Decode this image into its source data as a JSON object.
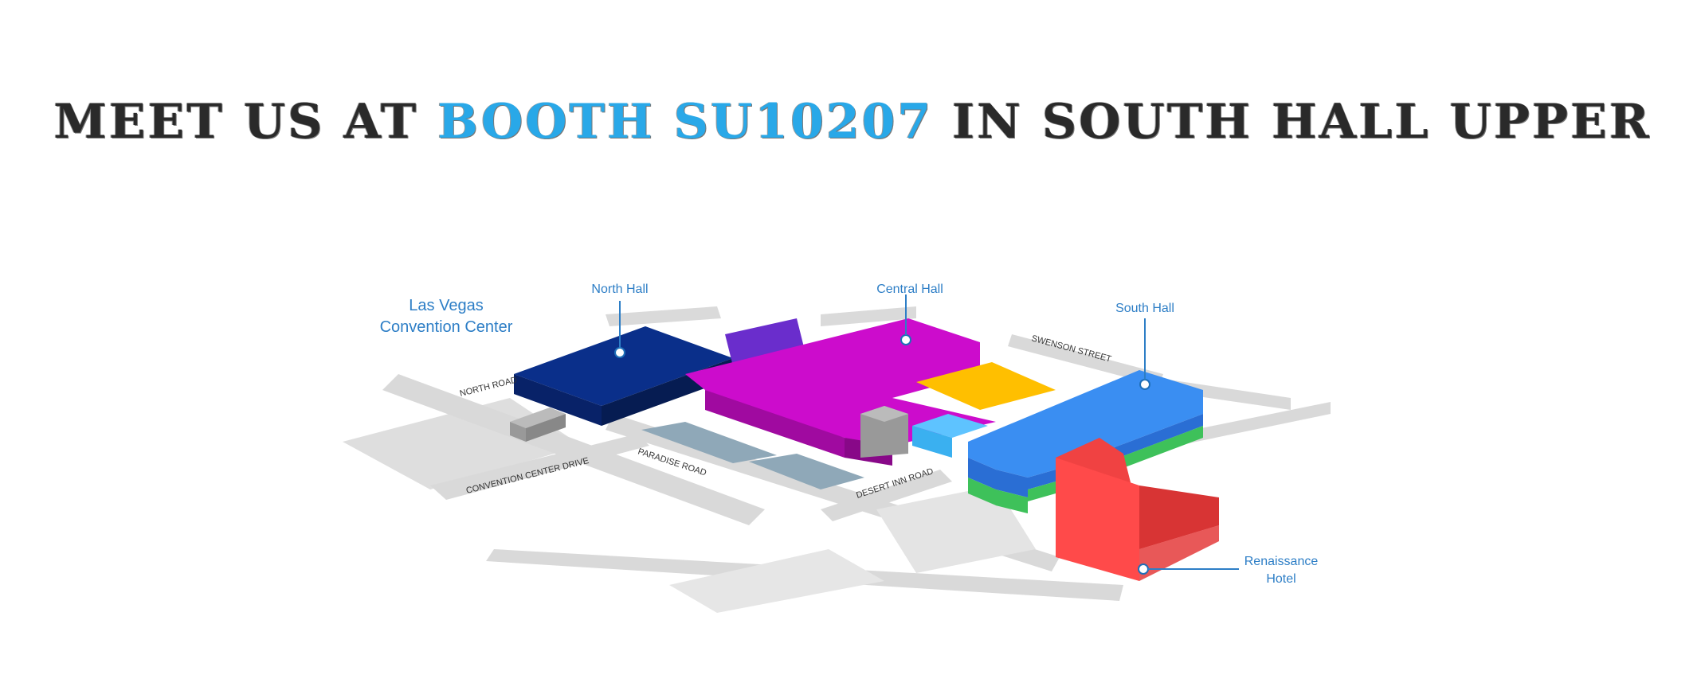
{
  "headline": {
    "prefix": "MEET US AT",
    "highlight": "BOOTH SU10207",
    "suffix": "IN SOUTH HALL UPPER"
  },
  "map": {
    "title_line1": "Las Vegas",
    "title_line2": "Convention Center",
    "halls": {
      "north": "North Hall",
      "central": "Central Hall",
      "south": "South Hall",
      "renaissance_line1": "Renaissance",
      "renaissance_line2": "Hotel"
    },
    "streets": {
      "north_road": "NORTH ROAD",
      "convention_center_drive": "CONVENTION CENTER DRIVE",
      "paradise_road": "PARADISE ROAD",
      "desert_inn_road": "DESERT INN ROAD",
      "swenson_street": "SWENSON STREET"
    },
    "colors": {
      "north_hall": "#0a2f8a",
      "central_hall": "#cc0ccc",
      "south_hall": "#3a8ef2",
      "south_hall_lower": "#3ec15a",
      "renaissance": "#f04242",
      "lot": "#ffbf00",
      "highlight": "#29a8e8",
      "label": "#2d7ec6"
    }
  }
}
